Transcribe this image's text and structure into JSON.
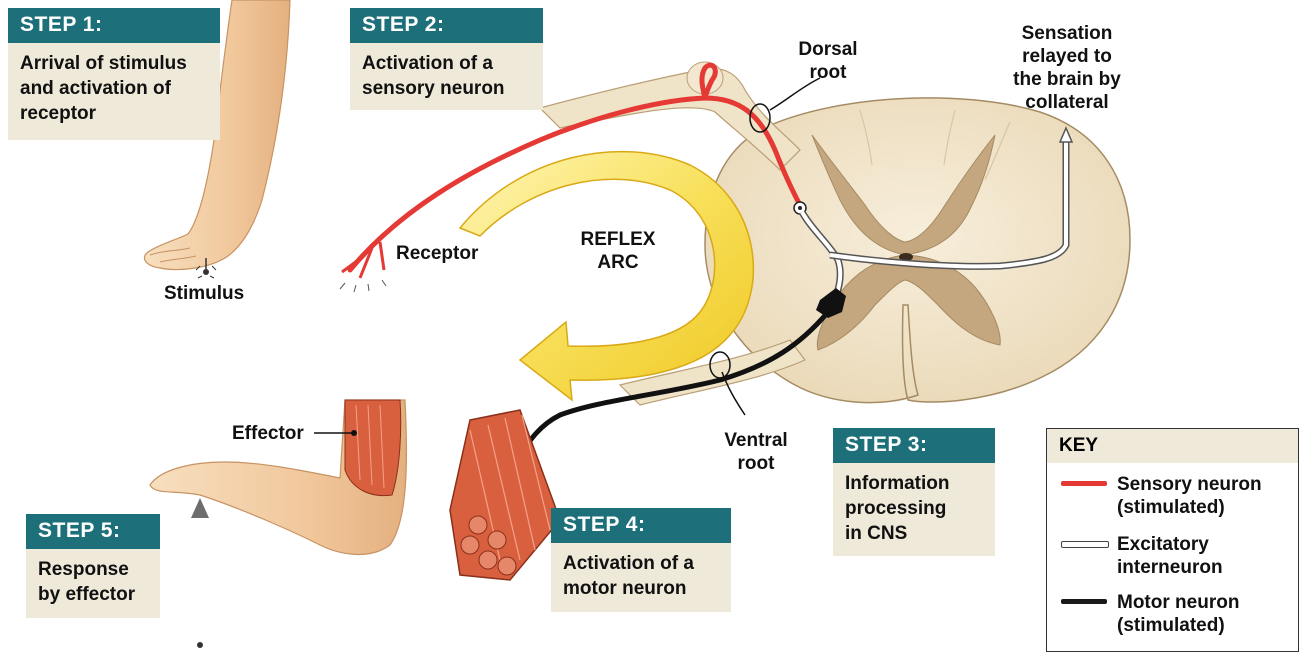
{
  "steps": [
    {
      "title": "STEP 1:",
      "text": "Arrival of stimulus\nand activation of\nreceptor"
    },
    {
      "title": "STEP 2:",
      "text": "Activation of a\nsensory neuron"
    },
    {
      "title": "STEP 3:",
      "text": "Information\nprocessing\nin CNS"
    },
    {
      "title": "STEP 4:",
      "text": "Activation of a\nmotor neuron"
    },
    {
      "title": "STEP 5:",
      "text": "Response\nby effector"
    }
  ],
  "labels": {
    "stimulus": "Stimulus",
    "receptor": "Receptor",
    "reflex_arc": "REFLEX\nARC",
    "dorsal_root": "Dorsal\nroot",
    "ventral_root": "Ventral\nroot",
    "sensation": "Sensation\nrelayed to\nthe brain by\ncollateral",
    "effector": "Effector"
  },
  "key": {
    "title": "KEY",
    "items": [
      {
        "label": "Sensory neuron\n(stimulated)",
        "color": "#e53935"
      },
      {
        "label": "Excitatory\ninterneuron",
        "color": "#ffffff"
      },
      {
        "label": "Motor neuron\n(stimulated)",
        "color": "#1a1a1a"
      }
    ]
  },
  "colors": {
    "step_header": "#1d6f7a",
    "step_body": "#efe9da",
    "skin": "#f3d3ad",
    "cord_white_matter": "#f2e6cf",
    "cord_gray_matter": "#c4a67f",
    "arc_arrow": "#f5dd4a",
    "muscle": "#d9603f"
  }
}
